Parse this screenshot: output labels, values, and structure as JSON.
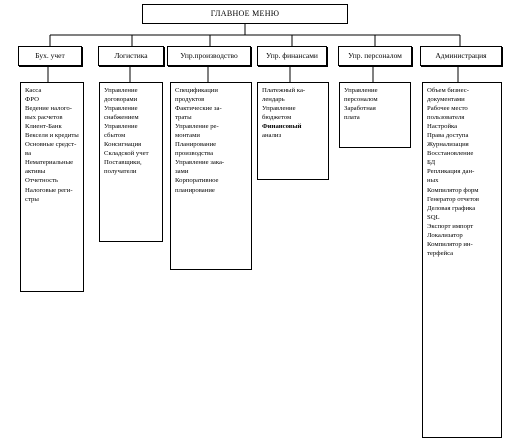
{
  "main_menu": "ГЛАВНОЕ МЕНЮ",
  "columns": [
    {
      "id": "accounting",
      "header": "Бух. учет",
      "items": [
        "Касса",
        "ФРО",
        "Ведение налого-",
        "вых расчетов",
        "Клиент-Банк",
        "Векселя и кредиты",
        "Основные средст-",
        "ва",
        "Нематериальные",
        "активы",
        "Отчетность",
        "Налоговые реги-",
        "стры"
      ]
    },
    {
      "id": "logistics",
      "header": "Логистика",
      "items": [
        "Управление",
        "договорами",
        "Управление",
        "снабжением",
        "Управление",
        "сбытом",
        "Консигнация",
        "Складской учет",
        "Поставщики,",
        "получатели"
      ]
    },
    {
      "id": "production",
      "header": "Упр.производство",
      "items": [
        "Спецификации",
        "продуктов",
        "Фактические за-",
        "траты",
        "Управление ре-",
        "монтами",
        "Планирование",
        "производства",
        "Управление зака-",
        "зами",
        "Корпоративное",
        "планирование"
      ]
    },
    {
      "id": "finance",
      "header": "Упр. финансами",
      "items": [
        "Платежный ка-",
        "лендарь",
        "Управление",
        "бюджетом",
        "Финансовый",
        "анализ"
      ]
    },
    {
      "id": "personnel",
      "header": "Упр. персоналом",
      "items": [
        "Управление",
        "персоналом",
        "Заработная",
        "плата"
      ]
    },
    {
      "id": "admin",
      "header": "Администрация",
      "items": [
        "Объем бизнес-",
        "документами",
        "Рабочее место",
        "пользователя",
        "Настройка",
        "Права доступа",
        "Журнализация",
        "Восстановление",
        "БД",
        "Репликация дан-",
        "ных",
        "Компилятор форм",
        "Генератор отчетов",
        "Деловая графика",
        "SQL",
        "Экспорт импорт",
        "Локализатор",
        "Компилятор ин-",
        "терфейса"
      ]
    }
  ]
}
